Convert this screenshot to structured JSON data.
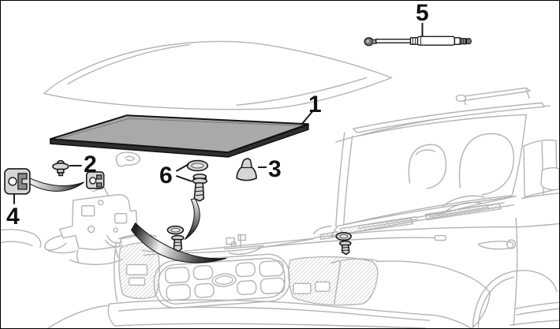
{
  "diagram": {
    "figure_type": "exploded-parts-diagram",
    "subject": "vehicle hood, insulation pad, retainer clips, latch keeper and lift strut over SUV front-end line art",
    "callouts": [
      {
        "label": "1"
      },
      {
        "label": "2"
      },
      {
        "label": "3"
      },
      {
        "label": "4"
      },
      {
        "label": "5"
      },
      {
        "label": "6"
      }
    ],
    "colors": {
      "background": "#ffffff",
      "frame": "#000000",
      "line_art": "#b3b3b3",
      "part_outline": "#1a1a1a",
      "part_fill": "#d6d6d6",
      "pad_fill": "#a9a9a9",
      "pad_edge": "#2f2f2f",
      "label": "#111111"
    }
  }
}
